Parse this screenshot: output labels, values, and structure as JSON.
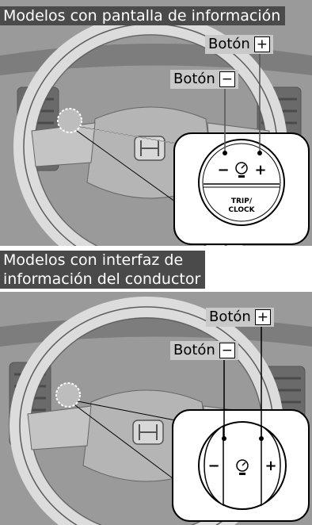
{
  "sections": [
    {
      "header": [
        "Modelos con pantalla de información"
      ],
      "plus_label": "Botón",
      "plus_symbol": "+",
      "minus_label": "Botón",
      "minus_symbol": "−",
      "switch": {
        "minus": "−",
        "plus": "+",
        "bottom": [
          "TRIP/",
          "CLOCK"
        ]
      }
    },
    {
      "header": [
        "Modelos con interfaz de",
        "información del conductor"
      ],
      "plus_label": "Botón",
      "plus_symbol": "+",
      "minus_label": "Botón",
      "minus_symbol": "−",
      "switch": {
        "minus": "−",
        "plus": "+"
      }
    }
  ]
}
